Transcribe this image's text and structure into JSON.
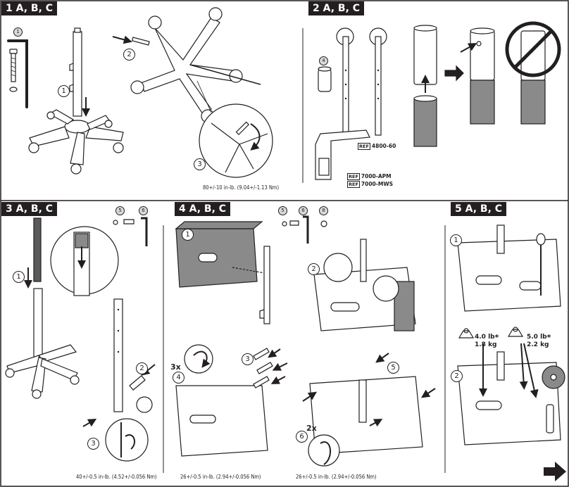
{
  "sections": [
    {
      "id": "1",
      "title": "1 A, B, C"
    },
    {
      "id": "2",
      "title": "2 A, B, C"
    },
    {
      "id": "3",
      "title": "3 A, B, C"
    },
    {
      "id": "4",
      "title": "4 A, B, C"
    },
    {
      "id": "5",
      "title": "5 A, B, C"
    }
  ],
  "parts": {
    "s1_part": "1",
    "s2_part": "4",
    "s3_parts": [
      "5",
      "6"
    ],
    "s4_parts": [
      "5",
      "6",
      "8"
    ]
  },
  "steps": {
    "s1": [
      "1",
      "2",
      "3"
    ],
    "s2": [],
    "s3": [
      "1",
      "2",
      "3"
    ],
    "s4": [
      "1",
      "2",
      "3",
      "4",
      "5",
      "6"
    ],
    "s5": [
      "1",
      "2"
    ]
  },
  "multipliers": {
    "s4_step4": "3x",
    "s4_step6": "2x"
  },
  "torques": {
    "s1": "80+/-10 in-lb. (9.04+/-1.13 Nm)",
    "s3": "40+/-0.5 in-lb. (4.52+/-0.056 Nm)",
    "s4a": "26+/-0.5 in-lb. (2.94+/-0.056 Nm)",
    "s4b": "26+/-0.5 in-lb. (2.94+/-0.056 Nm)"
  },
  "refs": [
    {
      "box": "REF",
      "code": "4800-60"
    },
    {
      "box": "REF",
      "code": "7000-APM"
    },
    {
      "box": "REF",
      "code": "7000-MWS"
    }
  ],
  "weights": [
    {
      "lb": "4.0 lb",
      "kg": "1.8 kg",
      "star": "*"
    },
    {
      "lb": "5.0 lb",
      "kg": "2.2 kg",
      "star": "*"
    }
  ],
  "icons": [
    "allen-key-icon",
    "bolt-icon",
    "screw-icon",
    "washer-icon",
    "hand-arrow-icon",
    "prohibited-icon",
    "next-page-arrow-icon",
    "weight-icon"
  ],
  "colors": {
    "ink": "#231f20",
    "gray": "#8a8a8a",
    "dark_gray": "#5a5a5a",
    "white": "#ffffff"
  }
}
